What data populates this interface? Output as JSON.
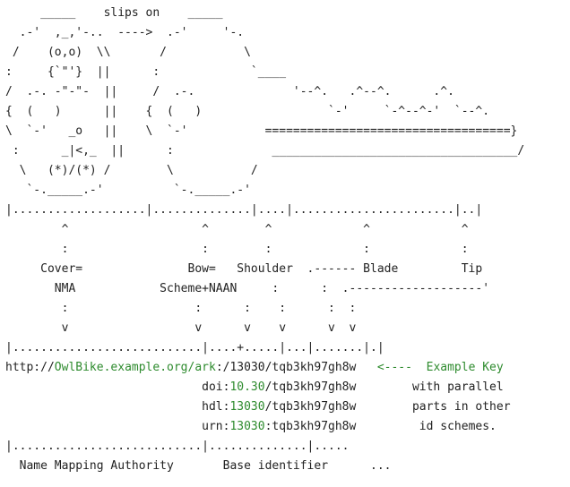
{
  "art_lines": [
    "     _____    slips on    _____",
    "  .-'  ,_,'-..  ---->  .-'     '-.",
    " /    (o,o)  \\\\       /           \\",
    ":     {`\"'}  ||      :             `____",
    "/  .-. -\"-\"-  ||     /  .-.              '--^.   .^--^.      .^.",
    "{  (   )      ||    {  (   )                  `-'     `-^--^-'  `--^.",
    "\\  `-'   _o   ||    \\  `-'           ===================================}",
    " :      _|<,_  ||      :              ___________________________________/",
    "  \\   (*)/(*) /        \\           /",
    "   `-._____.-'          `-._____.-'",
    "|...................|..............|....|.......................|..|",
    "        ^                   ^        ^             ^             ^",
    "        :                   :        :             :             :",
    "     Cover=               Bow=   Shoulder  .------ Blade         Tip",
    "       NMA            Scheme+NAAN     :      :  .-------------------'",
    "        :                  :      :    :      :  :",
    "        v                  v      v    v      v  v",
    "|...........................|....+.....|...|.......|.|"
  ],
  "key_lines": [
    {
      "parts": [
        {
          "text": "http://",
          "tone": "plain"
        },
        {
          "text": "OwlBike.example.org/ark",
          "tone": "green"
        },
        {
          "text": ":/13030/tqb3kh97gh8w   ",
          "tone": "plain"
        },
        {
          "text": "<----  Example Key",
          "tone": "green"
        }
      ]
    },
    {
      "parts": [
        {
          "text": "                            doi:",
          "tone": "plain"
        },
        {
          "text": "10.30",
          "tone": "green"
        },
        {
          "text": "/tqb3kh97gh8w        with parallel",
          "tone": "plain"
        }
      ]
    },
    {
      "parts": [
        {
          "text": "                            hdl:",
          "tone": "plain"
        },
        {
          "text": "13030",
          "tone": "green"
        },
        {
          "text": "/tqb3kh97gh8w        parts in other",
          "tone": "plain"
        }
      ]
    },
    {
      "parts": [
        {
          "text": "                            urn:",
          "tone": "plain"
        },
        {
          "text": "13030",
          "tone": "green"
        },
        {
          "text": ":tqb3kh97gh8w         id schemes.",
          "tone": "plain"
        }
      ]
    }
  ],
  "footer_lines": [
    "|...........................|..............|.....",
    "  Name Mapping Authority       Base identifier      ..."
  ],
  "colors": {
    "text": "#222222",
    "accent": "#2e8b2e",
    "background": "#ffffff"
  }
}
